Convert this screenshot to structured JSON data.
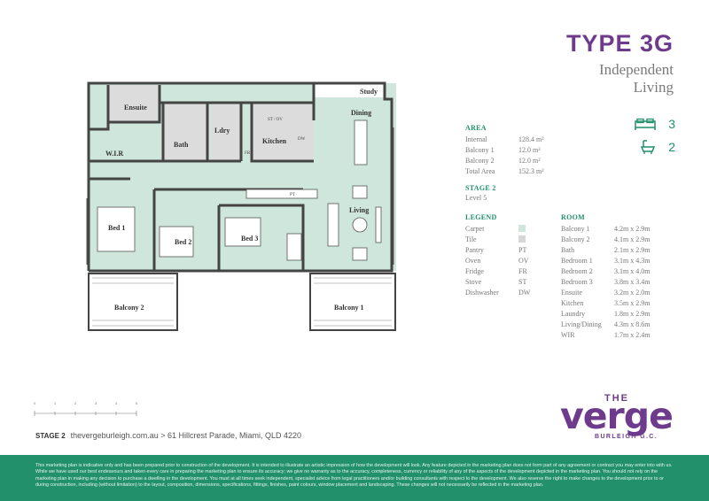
{
  "title": "TYPE 3G",
  "subtitle_line1": "Independent",
  "subtitle_line2": "Living",
  "bedrooms": "3",
  "bathrooms": "2",
  "area": {
    "heading": "AREA",
    "rows": [
      {
        "label": "Internal",
        "value": "128.4 m²"
      },
      {
        "label": "Balcony 1",
        "value": "12.0 m²"
      },
      {
        "label": "Balcony 2",
        "value": "12.0 m²"
      },
      {
        "label": "Total Area",
        "value": "152.3 m²"
      }
    ]
  },
  "stage": {
    "heading": "STAGE 2",
    "level": "Level 5"
  },
  "legend": {
    "heading": "LEGEND",
    "rows": [
      {
        "label": "Carpet",
        "value": "",
        "color": "#cfe6dc"
      },
      {
        "label": "Tile",
        "value": "",
        "color": "#d6d6d6"
      },
      {
        "label": "Pantry",
        "value": "PT"
      },
      {
        "label": "Oven",
        "value": "OV"
      },
      {
        "label": "Fridge",
        "value": "FR"
      },
      {
        "label": "Stove",
        "value": "ST"
      },
      {
        "label": "Dishwasher",
        "value": "DW"
      }
    ]
  },
  "room": {
    "heading": "ROOM",
    "rows": [
      {
        "label": "Balcony 1",
        "value": "4.2m x 2.9m"
      },
      {
        "label": "Balcony 2",
        "value": "4.1m x 2.9m"
      },
      {
        "label": "Bath",
        "value": "2.1m x 2.9m"
      },
      {
        "label": "Bedroom 1",
        "value": "3.1m x 4.3m"
      },
      {
        "label": "Bedroom 2",
        "value": "3.1m x 4.0m"
      },
      {
        "label": "Bedroom 3",
        "value": "3.8m x 3.4m"
      },
      {
        "label": "Ensuite",
        "value": "3.2m x 2.0m"
      },
      {
        "label": "Kitchen",
        "value": "3.5m x 2.9m"
      },
      {
        "label": "Laundry",
        "value": "1.8m x 2.9m"
      },
      {
        "label": "Living/Dining",
        "value": "4.3m x 8.6m"
      },
      {
        "label": "WIR",
        "value": "1.7m x 2.4m"
      }
    ]
  },
  "plan": {
    "rooms": {
      "ensuite": "Ensuite",
      "bath": "Bath",
      "ldry": "Ldry",
      "kitchen": "Kitchen",
      "study": "Study",
      "dining": "Dining",
      "wir": "W.I.R",
      "living": "Living",
      "bed1": "Bed 1",
      "bed2": "Bed 2",
      "bed3": "Bed 3",
      "balcony2": "Balcony 2",
      "balcony1": "Balcony 1"
    },
    "fixtures": {
      "dw": "DW",
      "fr": "FR",
      "pt": "PT",
      "st_ov": "ST / OV"
    }
  },
  "scale": [
    "0",
    "1",
    "2",
    "3",
    "4",
    "5"
  ],
  "address": {
    "stage": "STAGE 2",
    "text": "thevergeburleigh.com.au  >  61 Hillcrest Parade, Miami, QLD 4220"
  },
  "logo": {
    "the": "THE",
    "name": "verge",
    "sub": "BURLEIGH G.C."
  },
  "disclaimer": "This marketing plan is indicative only and has been prepared prior to construction of the development. It is intended to illustrate an artistic impression of how the development will look. Any feature depicted in the marketing plan does not form part of any agreement or contract you may enter into with us. While we have used our best endeavours and taken every care in preparing the marketing plan to ensure its accuracy; we give no warranty as to the accuracy, completeness, currency or reliability of any of the aspects of the development depicted in the marketing plan. You should not rely on the marketing plan in making any decision to purchase a dwelling in the development. You must at all times seek independent, specialist advice from legal practitioners and/or building consultants with respect to the development. We also reserve the right to make changes to the development prior to or during construction, including (without limitation) to the layout, composition, dimensions, specifications, fittings, finishes, paint colours, window placement and landscaping. These changes will not necessarily be reflected in the marketing plan."
}
